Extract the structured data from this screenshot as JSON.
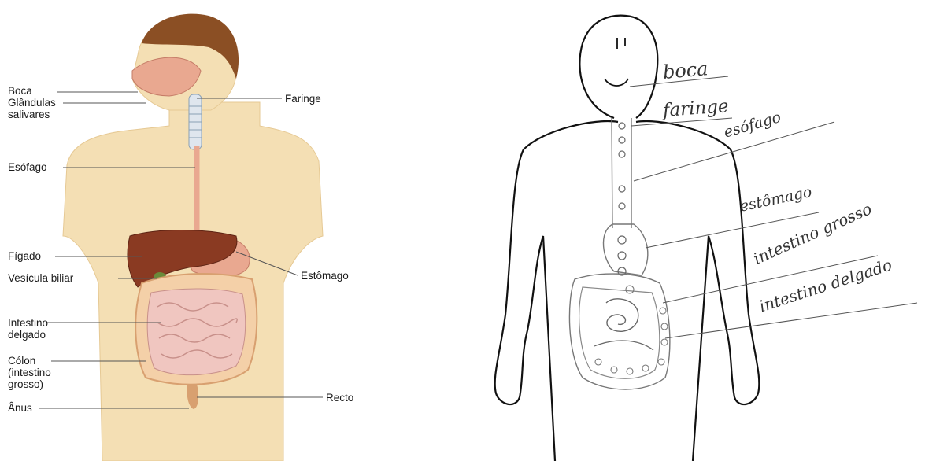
{
  "left_diagram": {
    "labels": {
      "boca": "Boca",
      "glandulas": "Glândulas\nsalivares",
      "faringe": "Faringe",
      "esofago": "Esófago",
      "figado": "Fígado",
      "vesicula": "Vesícula biliar",
      "estomago": "Estômago",
      "intestino_delgado": "Intestino\ndelgado",
      "colon": "Cólon\n(intestino\ngrosso)",
      "recto": "Recto",
      "anus": "Ânus"
    },
    "colors": {
      "skin": "#f4dfb4",
      "liver": "#8a3a22",
      "stomach": "#e9a890",
      "intestine": "#f0c6c0",
      "hair": "#8b4f24"
    }
  },
  "right_diagram": {
    "labels": {
      "boca": "boca",
      "faringe": "faringe",
      "esofago": "esófago",
      "estomago": "estômago",
      "intestino_grosso": "intestino grosso",
      "intestino_delgado": "intestino delgado"
    }
  }
}
